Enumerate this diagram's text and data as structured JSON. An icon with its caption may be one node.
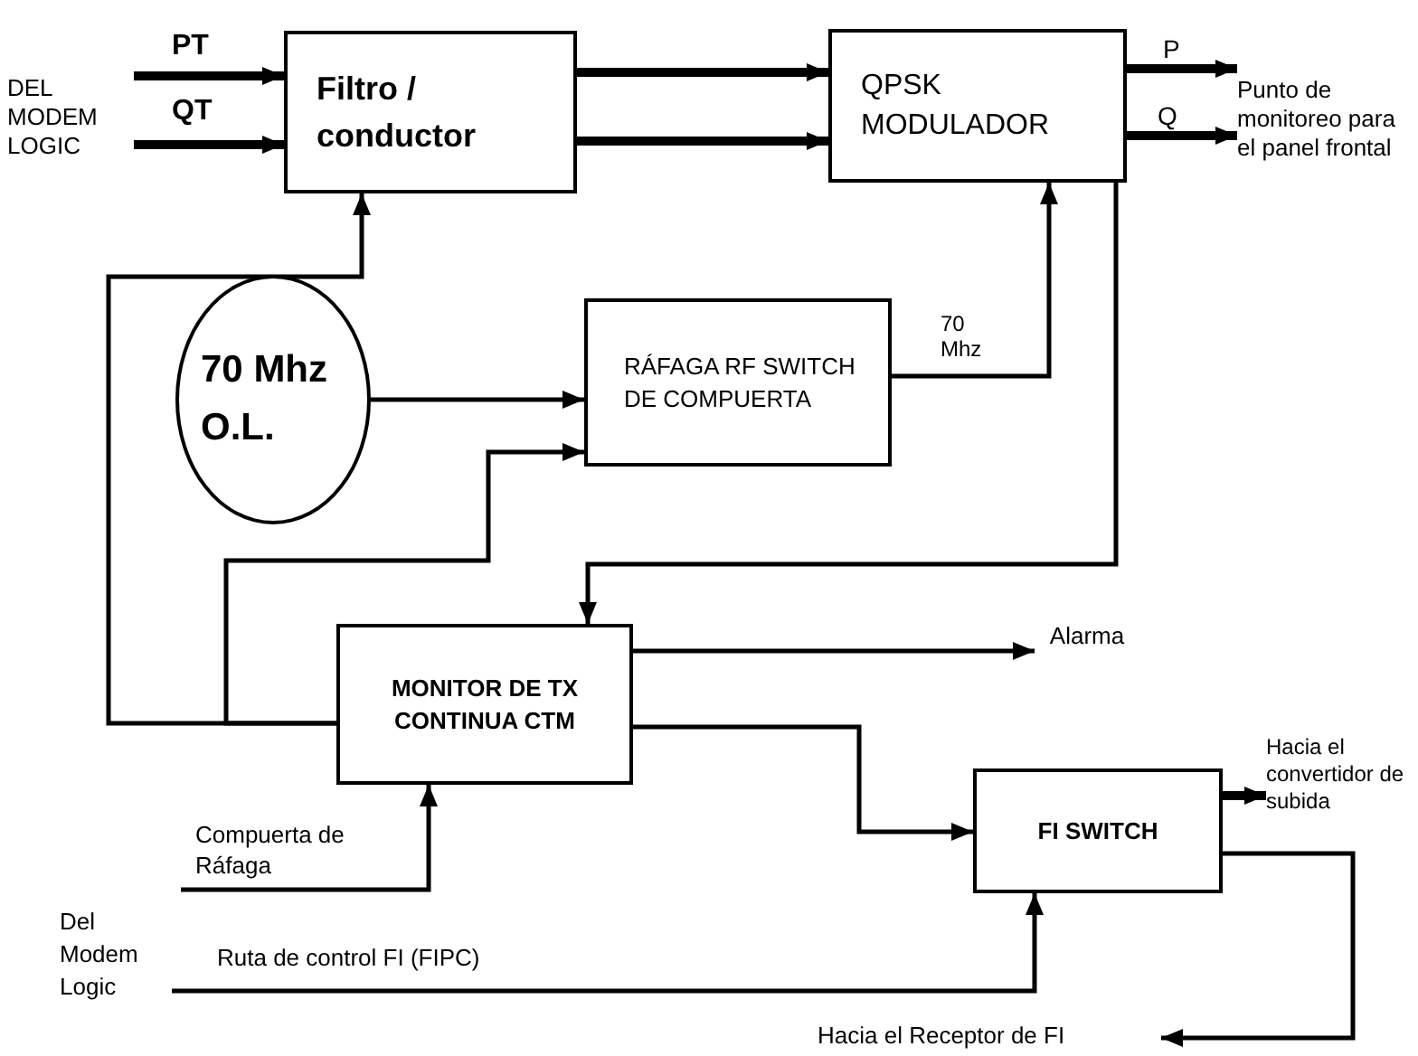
{
  "diagram": {
    "nodes": [
      {
        "text": [
          "DEL MODEM LOGIC"
        ]
      },
      {
        "text": [
          "Filtro / conductor"
        ]
      },
      {
        "text": [
          "QPSK MODULADOR"
        ]
      },
      {
        "text": [
          "Punto de monitoreo para el panel frontal"
        ]
      },
      {
        "text": [
          "70 Mhz O.L."
        ]
      },
      {
        "text": [
          "RÁFAGA RF SWITCH DE COMPUERTA"
        ]
      },
      {
        "text": [
          "MONITOR DE TX CONTINUA CTM"
        ]
      },
      {
        "text": [
          "Alarma"
        ]
      },
      {
        "text": [
          "FI SWITCH"
        ]
      },
      {
        "text": [
          "Hacia el convertidor de subida"
        ]
      },
      {
        "text": [
          "Compuerta de Ráfaga"
        ]
      },
      {
        "text": [
          "Del Modem Logic"
        ]
      },
      {
        "text": [
          "Hacia el Receptor de FI"
        ]
      }
    ],
    "edges": [
      {
        "from": 0,
        "to": 1,
        "arrow": "to",
        "label": "PT",
        "style": "thick"
      },
      {
        "from": 0,
        "to": 1,
        "arrow": "to",
        "label": "QT",
        "style": "thick"
      },
      {
        "from": 1,
        "to": 2,
        "arrow": "to",
        "style": "thick"
      },
      {
        "from": 1,
        "to": 2,
        "arrow": "to",
        "style": "thick"
      },
      {
        "from": 2,
        "to": 3,
        "arrow": "to",
        "label": "P",
        "style": "thick"
      },
      {
        "from": 2,
        "to": 3,
        "arrow": "to",
        "label": "Q",
        "style": "thick"
      },
      {
        "from": 4,
        "to": 5,
        "arrow": "to"
      },
      {
        "from": 5,
        "to": 2,
        "arrow": "to",
        "label": "70 Mhz"
      },
      {
        "from": 2,
        "to": 6,
        "arrow": "to"
      },
      {
        "from": 6,
        "to": 1,
        "arrow": "to"
      },
      {
        "from": 6,
        "to": 5,
        "arrow": "to"
      },
      {
        "from": 6,
        "to": 7,
        "arrow": "to"
      },
      {
        "from": 6,
        "to": 8,
        "arrow": "to"
      },
      {
        "from": 10,
        "to": 6,
        "arrow": "to"
      },
      {
        "from": 11,
        "to": 8,
        "arrow": "to",
        "label": "Ruta de control FI (FIPC)"
      },
      {
        "from": 8,
        "to": 9,
        "arrow": "to",
        "style": "thick"
      },
      {
        "from": 8,
        "to": 12,
        "arrow": "to"
      }
    ]
  }
}
